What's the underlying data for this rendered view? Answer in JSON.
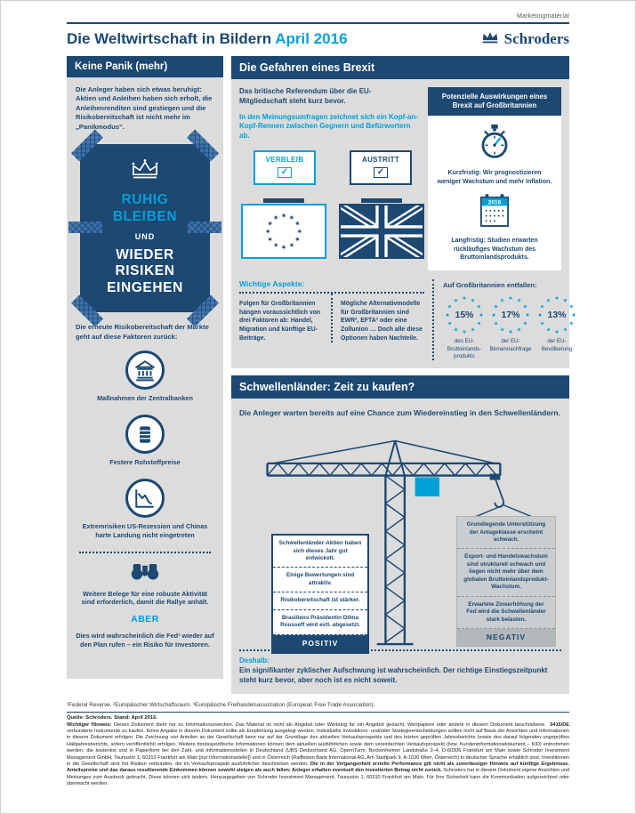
{
  "colors": {
    "navy": "#1c4872",
    "cyan": "#00a0d6",
    "panel_gray": "#dcdcdc"
  },
  "icons": {
    "check": "✓",
    "star": "★"
  },
  "header": {
    "marketing": "Marketingmaterial",
    "brand": "Schroders",
    "title_main": "Die Weltwirtschaft in Bildern",
    "title_accent": "April 2016"
  },
  "panic": {
    "header": "Keine Panik (mehr)",
    "intro": "Die Anleger haben sich etwas beruhigt: Aktien und Anleihen haben sich erholt, die Anleihenrenditen sind gestiegen und die Risikobereitschaft ist nicht mehr im „Panikmodus“.",
    "poster": {
      "line1": "RUHIG",
      "line2": "BLEIBEN",
      "connector": "UND",
      "line3": "WIEDER",
      "line4": "RISIKEN",
      "line5": "EINGEHEN"
    },
    "factors_intro": "Die erneute Risikobereitschaft der Märkte geht auf diese Faktoren zurück:",
    "factors": [
      {
        "icon": "central-bank-icon",
        "label": "Maßnahmen der Zentralbanken"
      },
      {
        "icon": "commodities-icon",
        "label": "Festere Rohstoffpreise"
      },
      {
        "icon": "chart-down-icon",
        "label": "Extremrisiken US-Rezession und Chinas harte Landung nicht eingetreten"
      }
    ],
    "outlook": "Weitere Belege für eine robuste Aktivität sind erforderlich, damit die Rallye anhält.",
    "but": "ABER",
    "risk": "Dies wird wahrscheinlich die Fed¹ wieder auf den Plan rufen – ein Risiko für Investoren."
  },
  "brexit": {
    "header": "Die Gefahren eines Brexit",
    "intro1": "Das britische Referendum über die EU-Mitgliedschaft steht kurz bevor.",
    "intro2": "In den Meinungsumfragen zeichnet sich ein Kopf-an-Kopf-Rennen zwischen Gegnern und Befürwortern ab.",
    "ballot_remain": "VERBLEIB",
    "ballot_leave": "AUSTRITT",
    "impact_panel": {
      "header": "Potenzielle Auswirkungen eines Brexit auf Großbritannien",
      "short_term": "Kurzfristig: Wir prognostizieren weniger Wachstum und mehr Inflation.",
      "calendar_year": "2016",
      "long_term": "Langfristig: Studien erwarten rückläufiges Wachstum des Bruttoinlandsprodukts."
    },
    "aspects_title": "Wichtige Aspekte:",
    "aspect1": "Folgen für Großbritannien hängen voraussichtlich von drei Faktoren ab: Handel, Migration und künftige EU-Beiträge.",
    "aspect2": "Mögliche Alternativmodelle für Großbritannien sind EWR², EFTA³ oder eine Zollunion … Doch alle diese Optionen haben Nachteile.",
    "stats_title": "Auf Großbritannien entfallen:",
    "stats": [
      {
        "value": "15%",
        "label": "des EU-Bruttoinlands­produkts"
      },
      {
        "value": "17%",
        "label": "der EU-Binnennachfrage"
      },
      {
        "value": "13%",
        "label": "der EU-Bevölkerung"
      }
    ]
  },
  "emerging": {
    "header": "Schwellenländer: Zeit zu kaufen?",
    "intro": "Die Anleger warten bereits auf eine Chance zum Wiedereinstieg in den Schwellenländern.",
    "positives": [
      "Schwellenländer-Aktien haben sich dieses Jahr gut entwickelt.",
      "Einige Bewertungen sind attraktiv.",
      "Risikobereitschaft ist stärker.",
      "Brasiliens Präsidentin Dilma Rousseff wird evtl. abgesetzt."
    ],
    "positive_label": "POSITIV",
    "negatives": [
      "Grundlegende Unterstützung der Anlageklasse erscheint schwach.",
      "Export- und Handelswachstum sind strukturell schwach und liegen nicht mehr über dem globalen Bruttoinlandsprodukt-Wachstum.",
      "Erwartete Zinserhöhung der Fed wird die Schwellenländer stark belasten."
    ],
    "negative_label": "NEGATIV",
    "therefore_label": "Deshalb:",
    "conclusion": "Ein signifikanter zyklischer Aufschwung ist wahrscheinlich. Der richtige Einstiegszeitpunkt steht kurz bevor, aber noch ist es nicht soweit."
  },
  "footer": {
    "footnotes": "¹Federal Reserve. ²Europäischer Wirtschaftsraum. ³Europäische Freihandelsassoziation (European Free Trade Association).",
    "source": "Quelle: Schroders. Stand: April 2016.",
    "disclaimer_label": "Wichtiger Hinweis:",
    "disclaimer_a": " Dieses Dokument dient nur zu Informationszwecken. Das Material ist nicht als Angebot oder Werbung für ein Angebot gedacht, Wertpapiere oder andere in diesem Dokument beschriebene verbundene Instrumente zu kaufen. Keine Angabe in diesem Dokument sollte als Empfehlung ausgelegt werden. Individuelle Investitions- und/oder Strategieentscheidungen sollten nicht auf Basis der Ansichten und Informationen in diesem Dokument erfolgen. Die Zeichnung von Anteilen an der Gesellschaft kann nur auf der Grundlage des aktuellen Verkaufsprospekts und des letzten geprüften Jahresberichts (sowie des darauf folgenden ungeprüften Halbjahresberichts, sofern veröffentlicht) erfolgen. Weitere fondsspezifische Informationen können dem aktuellen ausführlichen sowie dem vereinfachten Verkaufsprospekt (bzw. Kundeninformationsdokument – KID) entnommen werden, die kostenlos und in Papierform bei den Zahl- und Informationsstellen in Deutschland (UBS Deutschland AG, OpernTurm, Bockenheimer Landstraße 2–4, D-60306 Frankfurt am Main sowie Schroder Investment Management GmbH, Taunustor 1, 60310 Frankfurt am Main [nur Informationsstelle]) und in Österreich (Raiffeisen Bank International AG, Am Stadtpark 9, A-1030 Wien, Österreich) in deutscher Sprache erhältlich sind. Investitionen in die Gesellschaft sind mit Risiken verbunden, die im Verkaufsprospekt ausführlicher beschrieben werden. ",
    "disclaimer_bold": "Die in der Vergangenheit erzielte Performance gilt nicht als zuverlässiger Hinweis auf künftige Ergebnisse. Anteilspreise und das daraus resultierende Einkommen können sowohl steigen als auch fallen; Anleger erhalten eventuell den investierten Betrag nicht zurück.",
    "disclaimer_b": " Schroders hat in diesem Dokument eigene Ansichten und Meinungen zum Ausdruck gebracht. Diese können sich ändern. Herausgegeben von Schroder Investment Management, Taunustor 1, 60310 Frankfurt am Main. Für Ihre Sicherheit kann die Kommunikation aufgezeichnet oder überwacht werden.",
    "code": "0416/DE"
  }
}
